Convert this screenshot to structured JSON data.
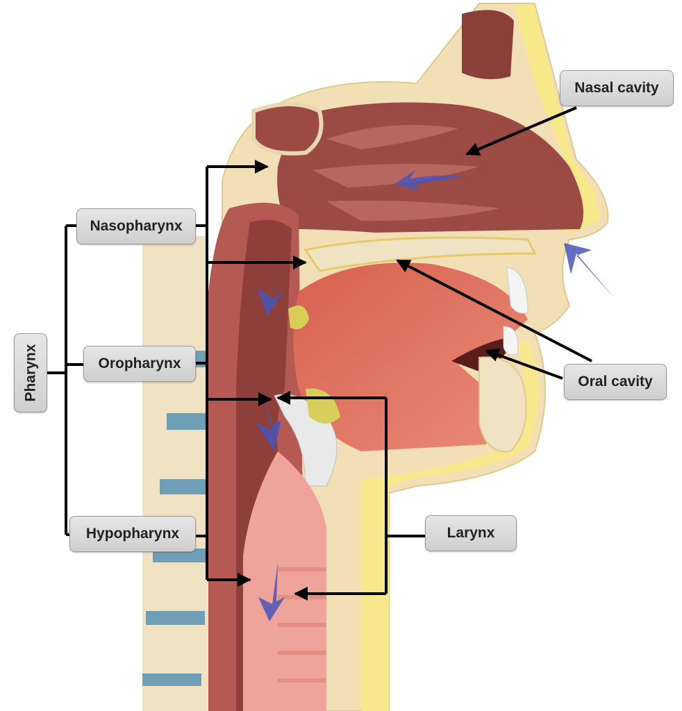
{
  "labels": {
    "nasal_cavity": "Nasal cavity",
    "nasopharynx": "Nasopharynx",
    "oropharynx": "Oropharynx",
    "hypopharynx": "Hypopharynx",
    "pharynx": "Pharynx",
    "oral_cavity": "Oral cavity",
    "larynx": "Larynx"
  },
  "colors": {
    "skin": "#f2dfb5",
    "fat": "#f7e98a",
    "mucosa": "#9c4a44",
    "muscle": "#d9675a",
    "bone": "#efe3c4",
    "disc": "#6f9fb6",
    "airflow_arrow": "#4a55b8",
    "leader": "#000000",
    "label_fill": "#dcdcdc"
  }
}
